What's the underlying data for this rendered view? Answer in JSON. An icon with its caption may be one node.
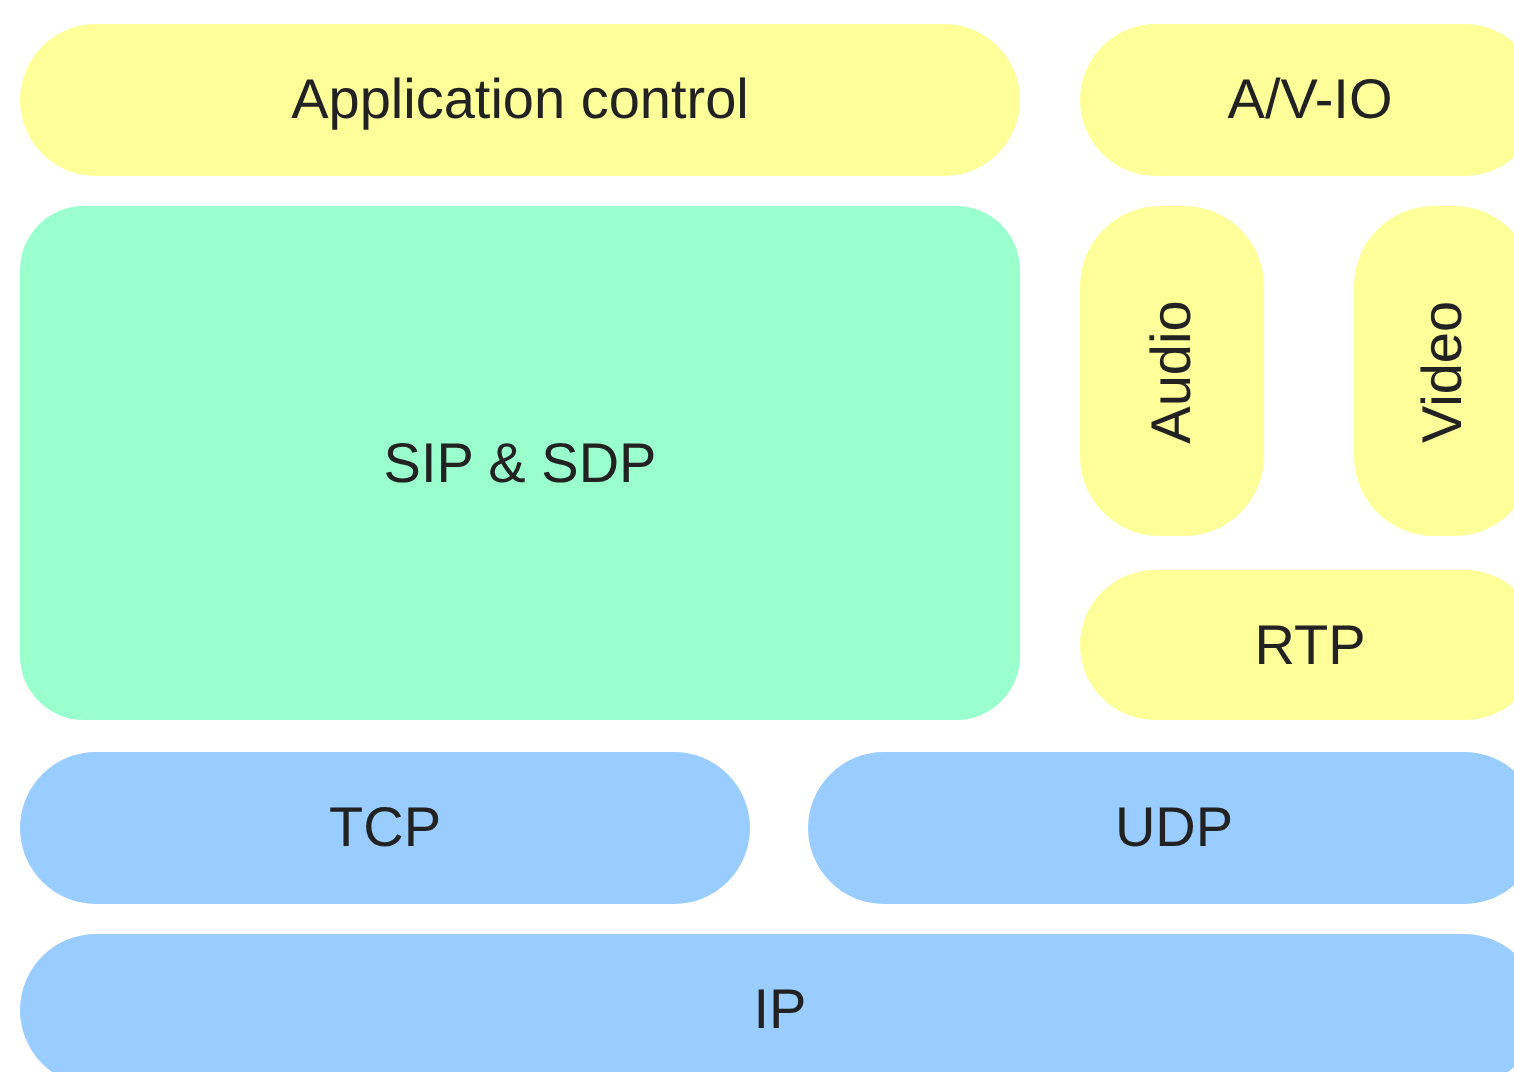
{
  "diagram": {
    "nodes": [
      {
        "text": [
          "Application control"
        ]
      },
      {
        "text": [
          "A/V-IO"
        ]
      },
      {
        "text": [
          "SIP & SDP"
        ]
      },
      {
        "text": [
          "Audio"
        ]
      },
      {
        "text": [
          "Video"
        ]
      },
      {
        "text": [
          "RTP"
        ]
      },
      {
        "text": [
          "TCP"
        ]
      },
      {
        "text": [
          "UDP"
        ]
      },
      {
        "text": [
          "IP"
        ]
      }
    ]
  }
}
